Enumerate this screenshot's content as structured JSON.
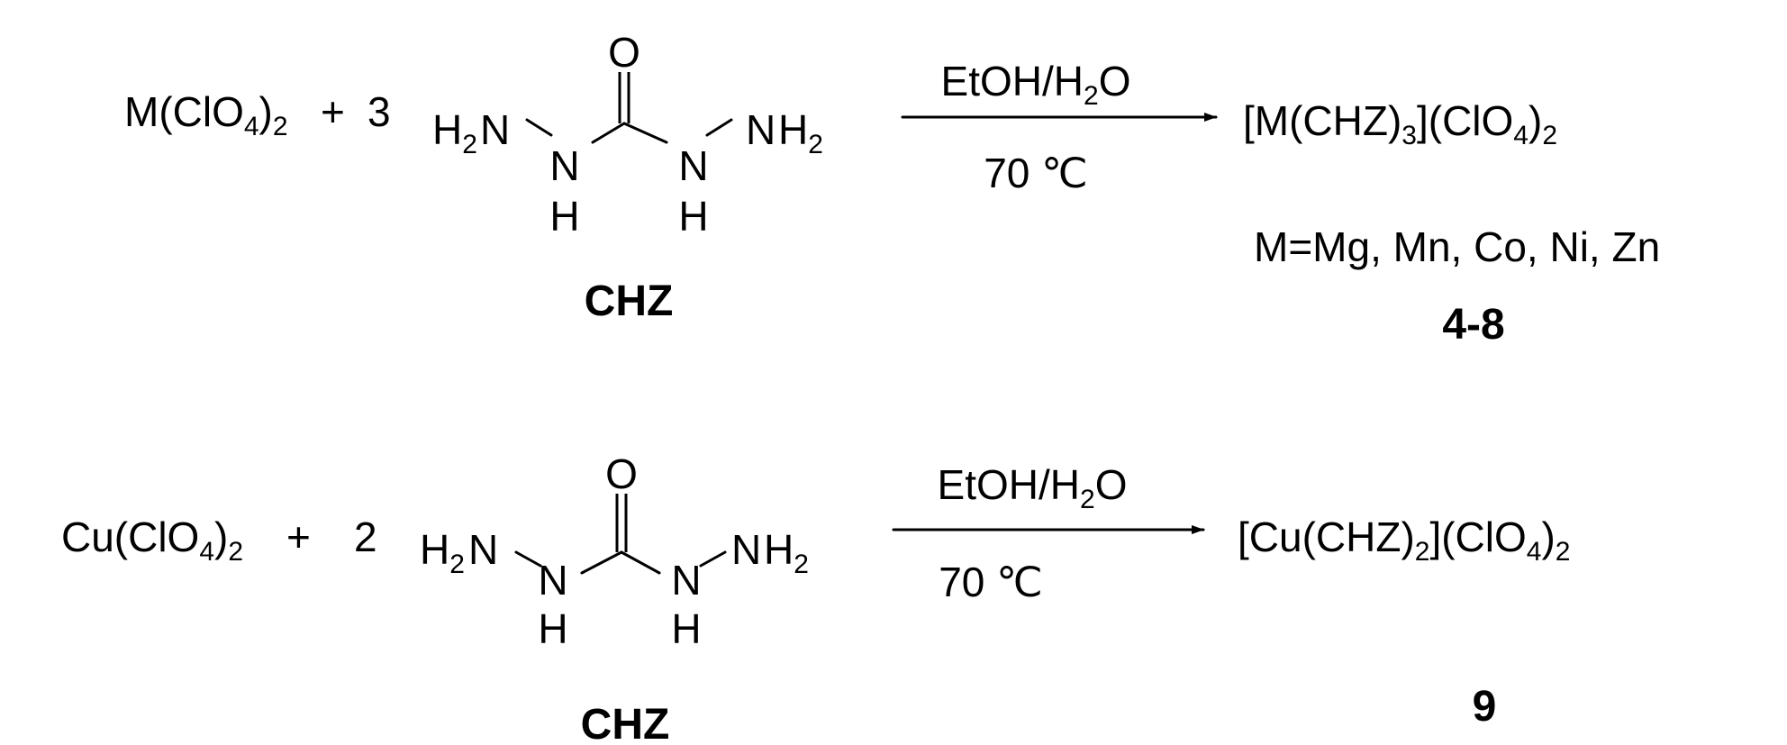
{
  "colors": {
    "nitrogen": "#1414e6",
    "oxygen": "#e61414",
    "text": "#000000"
  },
  "atoms": {
    "oxygen": "O",
    "nitrogen": "N",
    "hydrogen": "H",
    "subscript_2": "2"
  },
  "reaction1": {
    "reactant_prefix": "M(ClO",
    "reactant_sub": "4",
    "reactant_close": ")",
    "reactant_sub2": "2",
    "plus": "+",
    "coefficient": "3",
    "ligand_label": "CHZ",
    "conditions_top_main": "EtOH/H",
    "conditions_top_sub": "2",
    "conditions_top_end": "O",
    "conditions_bottom": "70 ℃",
    "product_a": "[M(CHZ)",
    "product_sub_a": "3",
    "product_b": "](ClO",
    "product_sub_b": "4",
    "product_c": ")",
    "product_sub_c": "2",
    "metals": "M=Mg, Mn, Co, Ni, Zn",
    "compound_numbers": "4-8"
  },
  "reaction2": {
    "reactant_prefix": "Cu(ClO",
    "reactant_sub": "4",
    "reactant_close": ")",
    "reactant_sub2": "2",
    "plus": "+",
    "coefficient": "2",
    "ligand_label": "CHZ",
    "conditions_top_main": "EtOH/H",
    "conditions_top_sub": "2",
    "conditions_top_end": "O",
    "conditions_bottom": "70 ℃",
    "product_a": "[Cu(CHZ)",
    "product_sub_a": "2",
    "product_b": "](ClO",
    "product_sub_b": "4",
    "product_c": ")",
    "product_sub_c": "2",
    "compound_number": "9"
  }
}
